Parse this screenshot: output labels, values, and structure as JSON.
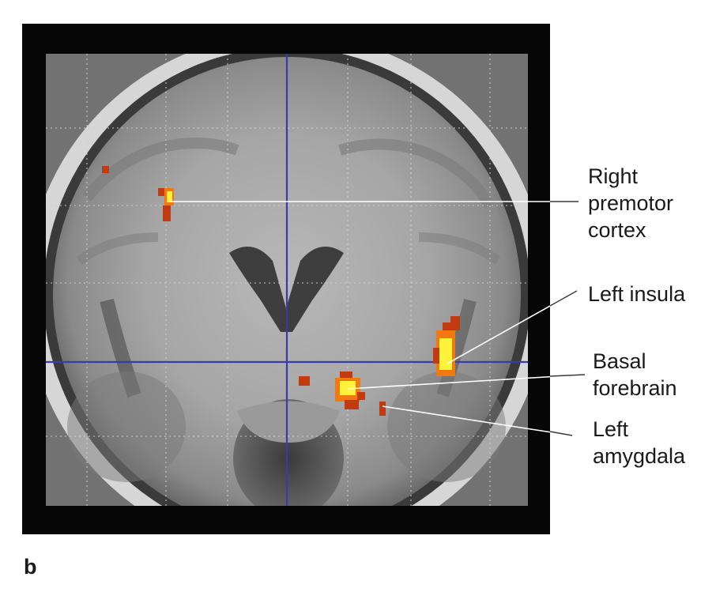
{
  "panel_letter": "b",
  "labels": {
    "right_premotor_cortex": [
      "Right",
      "premotor",
      "cortex"
    ],
    "left_insula": "Left insula",
    "basal_forebrain": [
      "Basal",
      "forebrain"
    ],
    "left_amygdala": [
      "Left",
      "amygdala"
    ]
  },
  "colors": {
    "frame": "#060606",
    "crosshair": "#3a3aa8",
    "activation_low": "#c23a10",
    "activation_mid": "#f07a10",
    "activation_high": "#fff23a"
  }
}
